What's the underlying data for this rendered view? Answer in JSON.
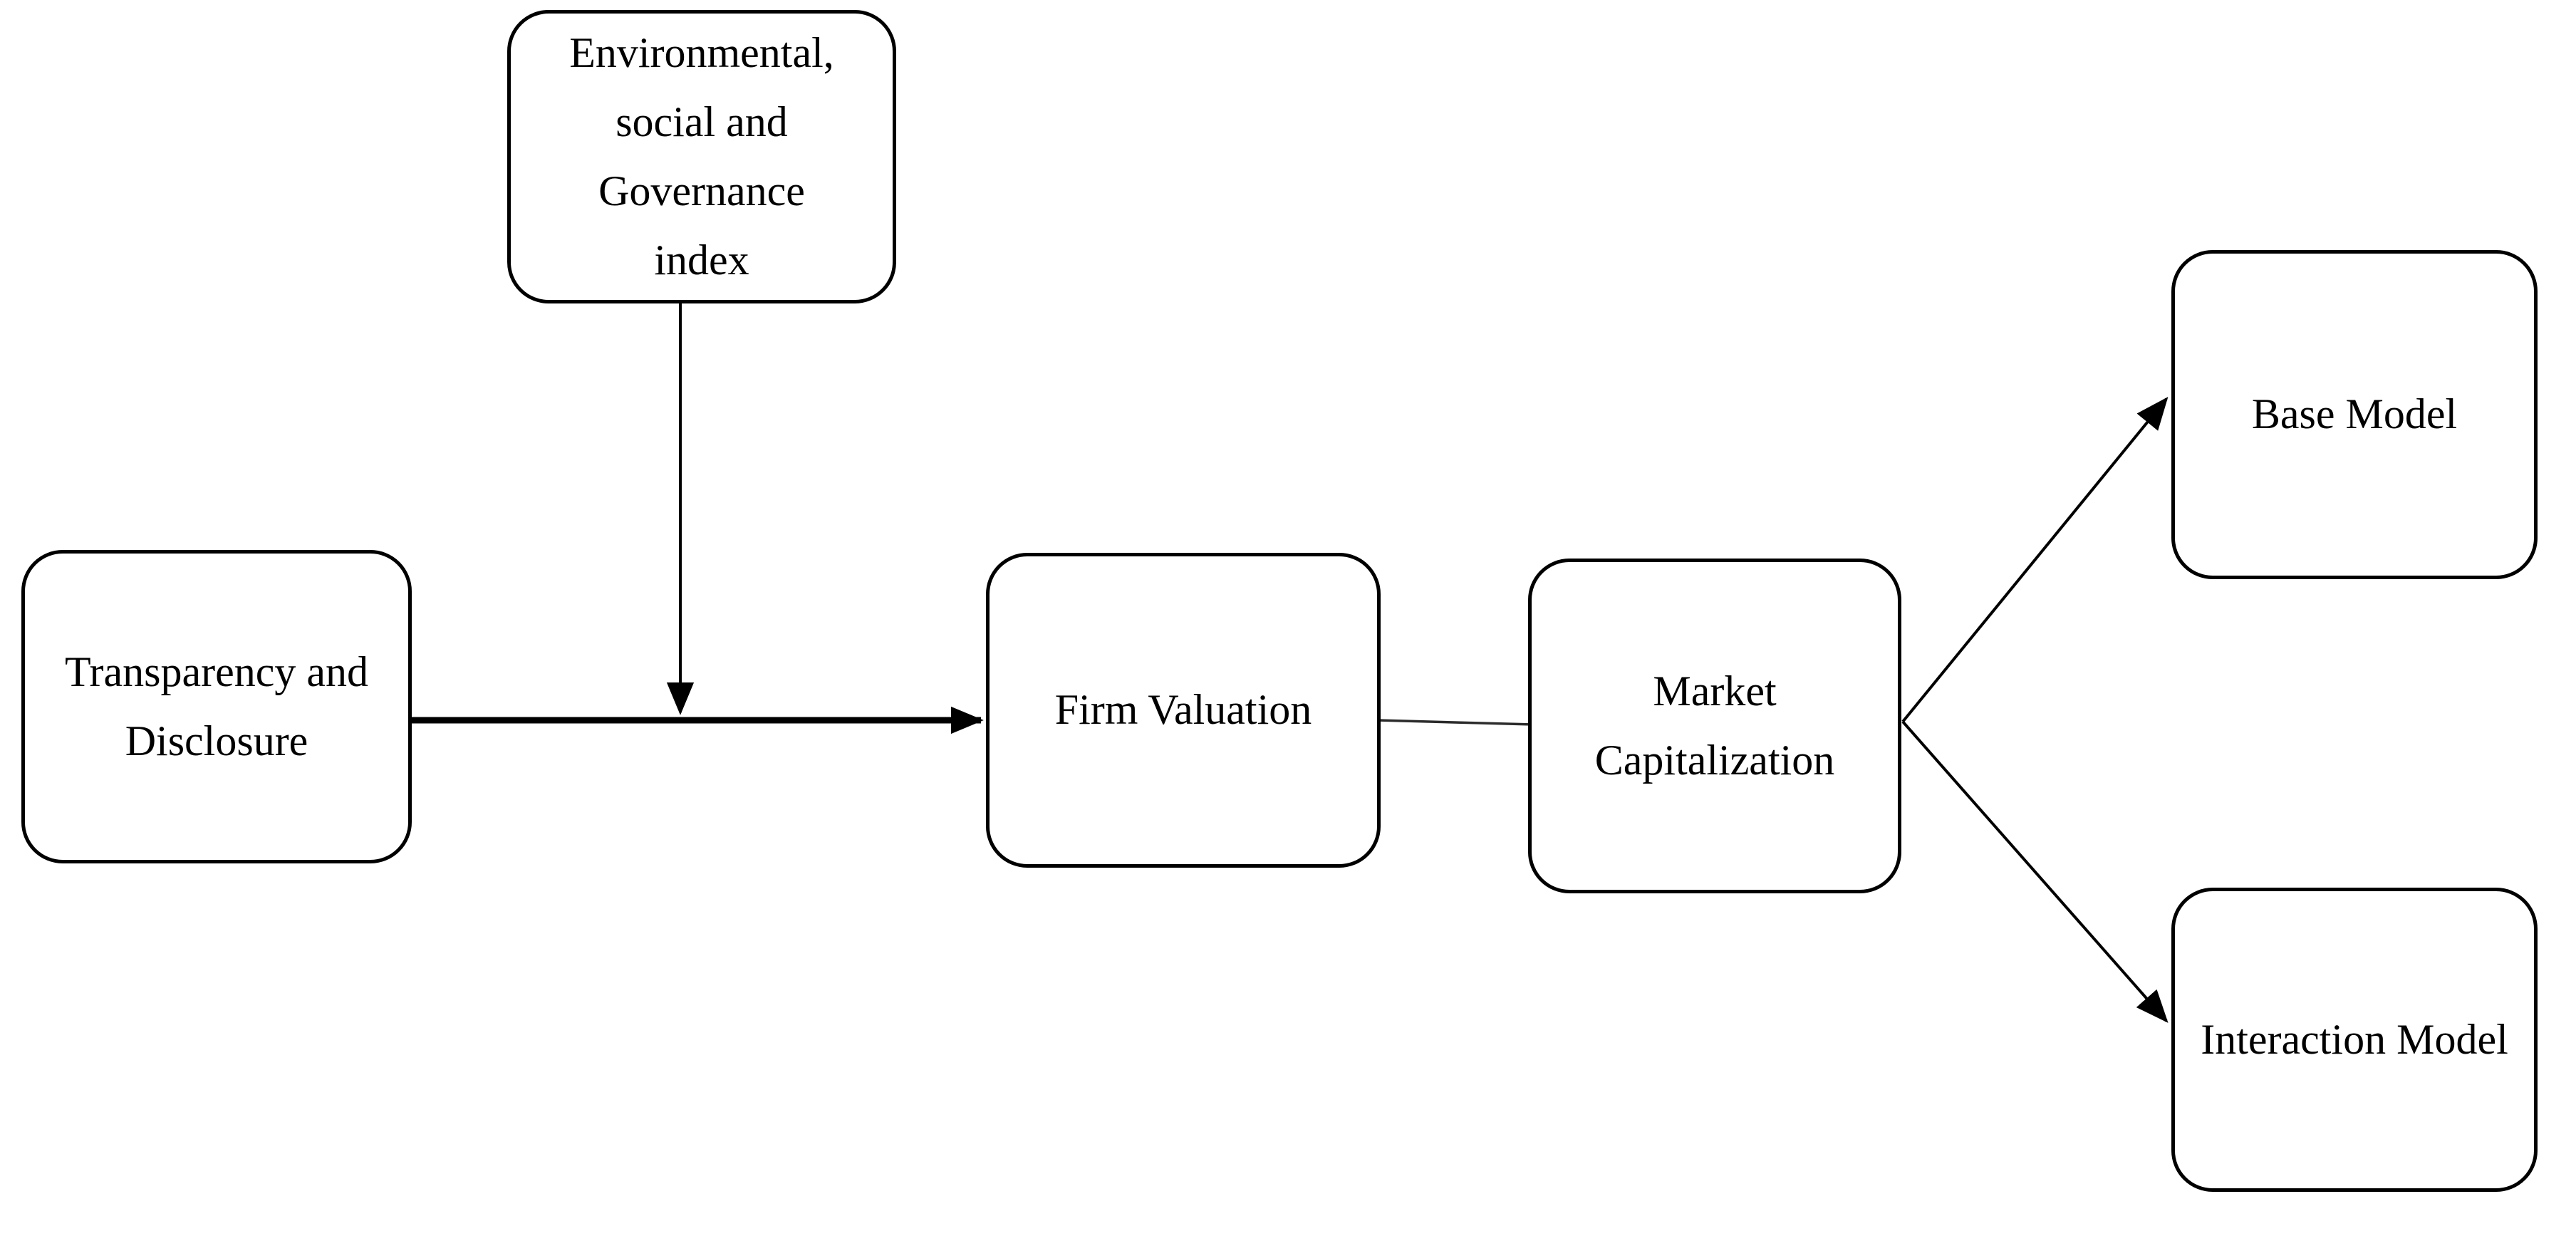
{
  "diagram": {
    "type": "flowchart",
    "background_color": "#ffffff",
    "stroke_color": "#000000",
    "text_color": "#000000",
    "nodes": [
      {
        "id": "esg-index",
        "label": "Environmental, social and Governance index",
        "lines": [
          "Environmental,",
          "social and",
          "Governance",
          "index"
        ]
      },
      {
        "id": "transparency-disclosure",
        "label": "Transparency and Disclosure",
        "lines": [
          "Transparency and",
          "Disclosure"
        ]
      },
      {
        "id": "firm-valuation",
        "label": "Firm Valuation",
        "lines": [
          "Firm Valuation"
        ]
      },
      {
        "id": "market-capitalization",
        "label": "Market Capitalization",
        "lines": [
          "Market",
          "Capitalization"
        ]
      },
      {
        "id": "base-model",
        "label": "Base Model",
        "lines": [
          "Base Model"
        ]
      },
      {
        "id": "interaction-model",
        "label": "Interaction Model",
        "lines": [
          "Interaction Model"
        ]
      }
    ],
    "edges": [
      {
        "from": "transparency-disclosure",
        "to": "firm-valuation",
        "style": "thick-solid",
        "arrowhead": true
      },
      {
        "from": "esg-index",
        "to": "arrow-transparency-to-firm",
        "style": "thin-solid",
        "arrowhead": true,
        "role": "moderator-arrow-onto-main-path"
      },
      {
        "from": "firm-valuation",
        "to": "market-capitalization",
        "style": "thin-solid",
        "arrowhead": false
      },
      {
        "from": "market-capitalization",
        "to": "base-model",
        "style": "thin-solid",
        "arrowhead": true
      },
      {
        "from": "market-capitalization",
        "to": "interaction-model",
        "style": "thin-solid",
        "arrowhead": true
      }
    ]
  }
}
